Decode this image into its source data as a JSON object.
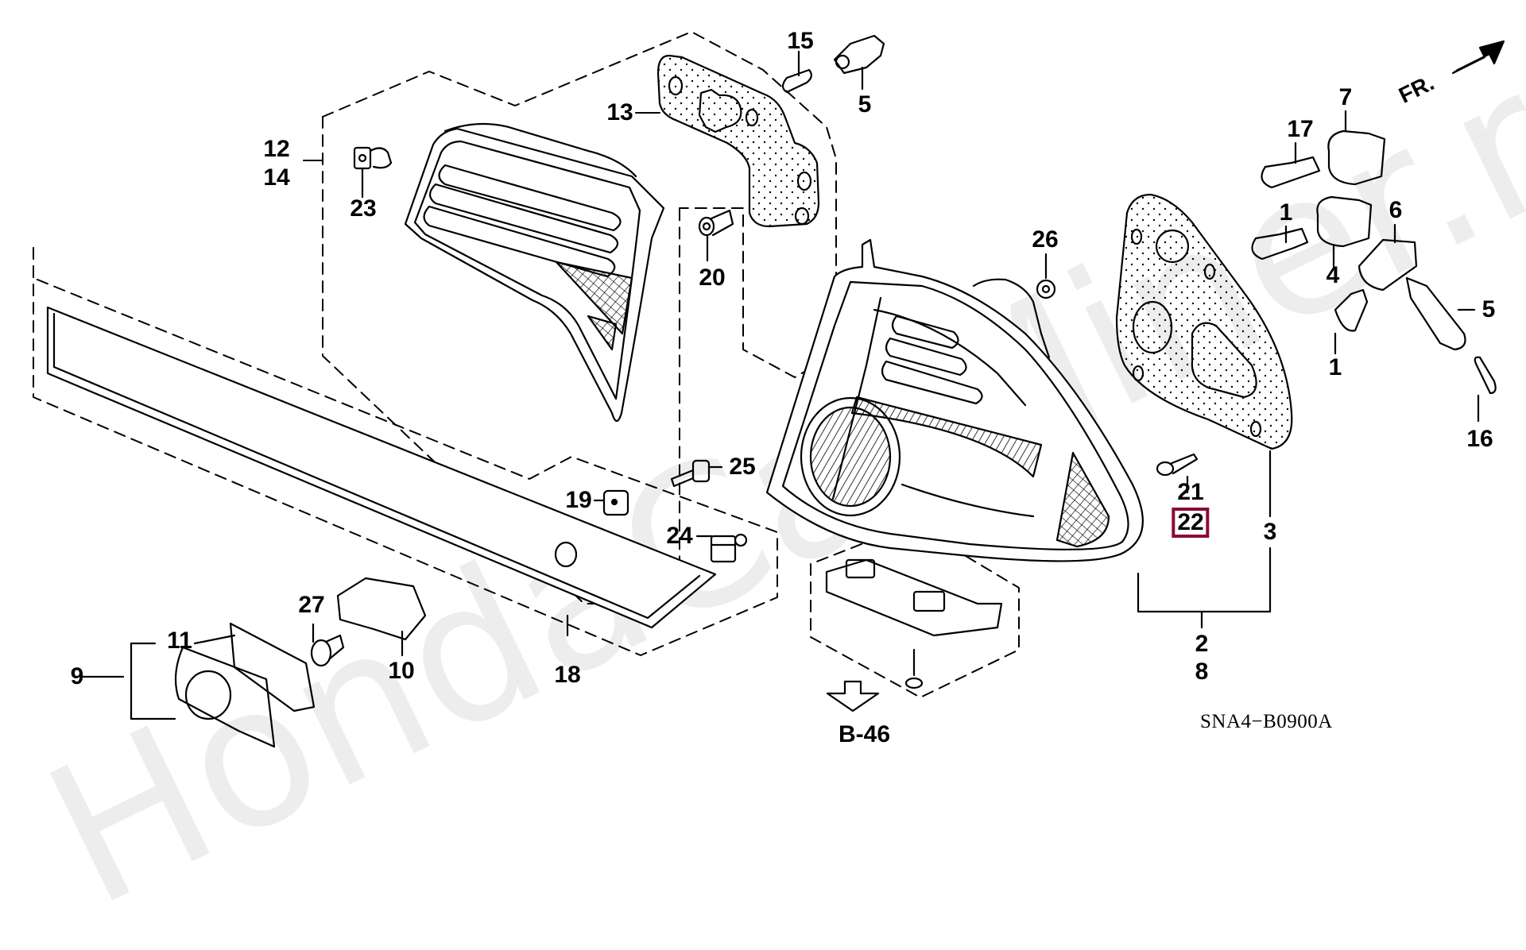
{
  "watermark": "HondaCarMiner.ru",
  "diagram_code": "SNA4−B0900A",
  "reference": {
    "label": "B-46",
    "icon": "arrow-down-icon"
  },
  "direction": {
    "label": "FR.",
    "icon": "arrow-up-right-icon"
  },
  "highlight": {
    "part": "22",
    "color": "#8b0a35"
  },
  "callouts": [
    {
      "id": "c15",
      "text": "15"
    },
    {
      "id": "c5a",
      "text": "5"
    },
    {
      "id": "c13",
      "text": "13"
    },
    {
      "id": "c12",
      "text": "12"
    },
    {
      "id": "c14",
      "text": "14"
    },
    {
      "id": "c23",
      "text": "23"
    },
    {
      "id": "c20",
      "text": "20"
    },
    {
      "id": "c26",
      "text": "26"
    },
    {
      "id": "c17",
      "text": "17"
    },
    {
      "id": "c7",
      "text": "7"
    },
    {
      "id": "c1a",
      "text": "1"
    },
    {
      "id": "c6",
      "text": "6"
    },
    {
      "id": "c4",
      "text": "4"
    },
    {
      "id": "c5b",
      "text": "5"
    },
    {
      "id": "c1b",
      "text": "1"
    },
    {
      "id": "c16",
      "text": "16"
    },
    {
      "id": "c25",
      "text": "25"
    },
    {
      "id": "c19",
      "text": "19"
    },
    {
      "id": "c24",
      "text": "24"
    },
    {
      "id": "c21",
      "text": "21"
    },
    {
      "id": "c22",
      "text": "22"
    },
    {
      "id": "c3",
      "text": "3"
    },
    {
      "id": "c2",
      "text": "2"
    },
    {
      "id": "c8",
      "text": "8"
    },
    {
      "id": "c27",
      "text": "27"
    },
    {
      "id": "c11",
      "text": "11"
    },
    {
      "id": "c9",
      "text": "9"
    },
    {
      "id": "c10",
      "text": "10"
    },
    {
      "id": "c18",
      "text": "18"
    }
  ]
}
